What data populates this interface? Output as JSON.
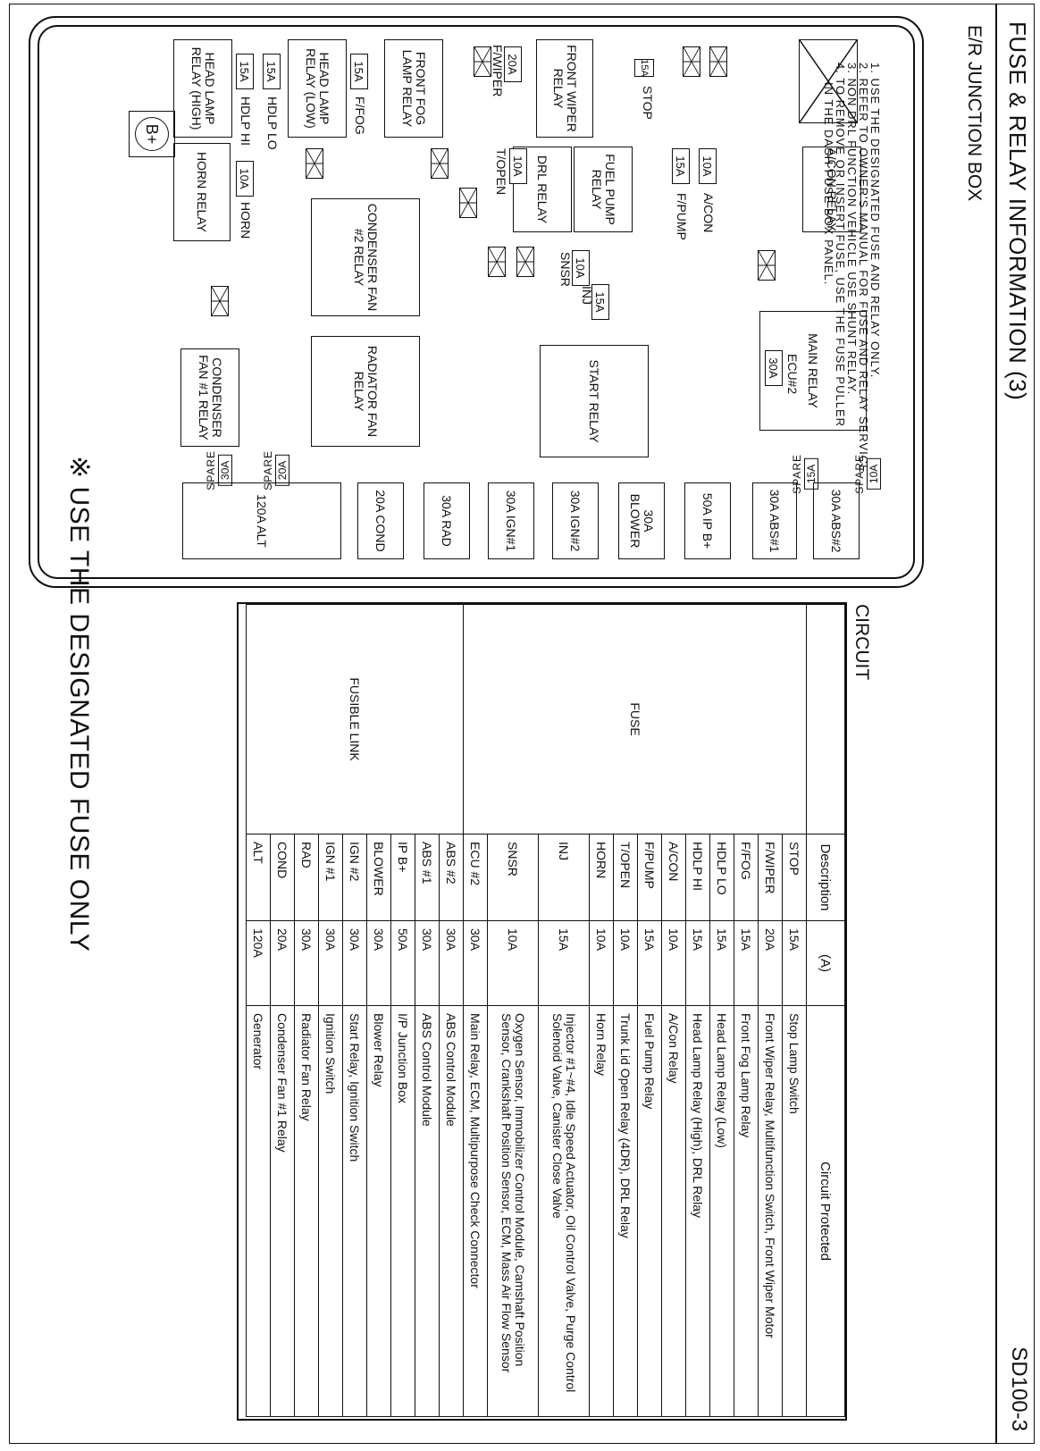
{
  "header": {
    "title": "FUSE & RELAY INFORMATION (3)",
    "page_code": "SD100-3"
  },
  "box_title": "E/R JUNCTION BOX",
  "notes": [
    "1. USE THE DESIGNATED FUSE AND RELAY ONLY.",
    "2. REFER TO OWNER'S MANUAL FOR FUSE AND RELAY SERVICE.",
    "3. NON DRL FUNCTION VEHICLE USE SHUNT RELAY.",
    "4. TO REMOVE OR INSERT FUSE, USE THE FUSE PULLER",
    "IN THE DASH FUSE BOX PANEL."
  ],
  "relays": {
    "acon": "A/CON RELAY",
    "front_wiper": "FRONT WIPER RELAY",
    "fuel_pump": "FUEL PUMP RELAY",
    "drl": "DRL RELAY",
    "main": "MAIN RELAY",
    "start": "START RELAY",
    "front_fog": "FRONT FOG LAMP RELAY",
    "head_low": "HEAD LAMP RELAY (LOW)",
    "head_high": "HEAD LAMP RELAY (HIGH)",
    "horn": "HORN RELAY",
    "cond_fan2": "CONDENSER FAN #2 RELAY",
    "rad_fan": "RADIATOR FAN RELAY",
    "cond_fan1": "CONDENSER FAN #1 RELAY"
  },
  "fuses": {
    "stop": {
      "amp": "15A",
      "name": "STOP"
    },
    "acon": {
      "amp": "10A",
      "name": "A/CON"
    },
    "fpump": {
      "amp": "15A",
      "name": "F/PUMP"
    },
    "ecu2": {
      "amp": "30A",
      "name": "ECU#2"
    },
    "inj": {
      "amp": "15A",
      "name": "INJ"
    },
    "snsr": {
      "amp": "10A",
      "name": "SNSR"
    },
    "topen": {
      "amp": "10A",
      "name": "T/OPEN"
    },
    "fwiper": {
      "amp": "20A",
      "name": "F/WIPER"
    },
    "ffog": {
      "amp": "15A",
      "name": "F/FOG"
    },
    "hdlplo": {
      "amp": "15A",
      "name": "HDLP LO"
    },
    "hdlphi": {
      "amp": "15A",
      "name": "HDLP HI"
    },
    "horn": {
      "amp": "10A",
      "name": "HORN"
    }
  },
  "links": {
    "abs2": "30A ABS#2",
    "abs1": "30A ABS#1",
    "ipb": "50A IP B+",
    "blower": "30A BLOWER",
    "ign2": "30A IGN#2",
    "ign1": "30A IGN#1",
    "rad": "30A RAD",
    "cond": "20A COND",
    "alt": "120A ALT"
  },
  "spares": {
    "s1": {
      "label": "SPARE",
      "amp": "10A"
    },
    "s2": {
      "label": "SPARE",
      "amp": "15A"
    },
    "s3": {
      "label": "SPARE",
      "amp": "20A"
    },
    "s4": {
      "label": "SPARE",
      "amp": "30A"
    }
  },
  "battery_label": "B+",
  "warning": "※ USE THE DESIGNATED FUSE ONLY",
  "circuit": {
    "title": "CIRCUIT",
    "headers": {
      "description": "Description",
      "amps": "(A)",
      "protected": "Circuit Protected"
    },
    "groups": {
      "fuse": "FUSE",
      "fusible_link": "FUSIBLE LINK"
    },
    "fuse_rows": [
      {
        "desc": "STOP",
        "amp": "15A",
        "circuit": "Stop Lamp Switch"
      },
      {
        "desc": "F/WIPER",
        "amp": "20A",
        "circuit": "Front Wiper Relay, Multifunction Switch, Front Wiper Motor"
      },
      {
        "desc": "F/FOG",
        "amp": "15A",
        "circuit": "Front Fog Lamp Relay"
      },
      {
        "desc": "HDLP LO",
        "amp": "15A",
        "circuit": "Head Lamp Relay (Low)"
      },
      {
        "desc": "HDLP HI",
        "amp": "15A",
        "circuit": "Head Lamp Relay (High), DRL Relay"
      },
      {
        "desc": "A/CON",
        "amp": "10A",
        "circuit": "A/Con Relay"
      },
      {
        "desc": "F/PUMP",
        "amp": "15A",
        "circuit": "Fuel Pump Relay"
      },
      {
        "desc": "T/OPEN",
        "amp": "10A",
        "circuit": "Trunk Lid Open Relay (4DR), DRL Relay"
      },
      {
        "desc": "HORN",
        "amp": "10A",
        "circuit": "Horn Relay"
      },
      {
        "desc": "INJ",
        "amp": "15A",
        "circuit": "Injector #1~#4, Idle Speed Actuator, Oil Control Valve, Purge Control Solenoid Valve, Canister Close Valve"
      },
      {
        "desc": "SNSR",
        "amp": "10A",
        "circuit": "Oxygen Sensor, Immobilizer Control Module, Camshaft Position Sensor, Crankshaft Position Sensor, ECM, Mass Air Flow Sensor"
      },
      {
        "desc": "ECU #2",
        "amp": "30A",
        "circuit": "Main Relay, ECM, Multipurpose Check Connector"
      }
    ],
    "link_rows": [
      {
        "desc": "ABS #2",
        "amp": "30A",
        "circuit": "ABS Control Module"
      },
      {
        "desc": "ABS #1",
        "amp": "30A",
        "circuit": "ABS Control Module"
      },
      {
        "desc": "IP B+",
        "amp": "50A",
        "circuit": "I/P Junction Box"
      },
      {
        "desc": "BLOWER",
        "amp": "30A",
        "circuit": "Blower Relay"
      },
      {
        "desc": "IGN #2",
        "amp": "30A",
        "circuit": "Start Relay, Ignition Switch"
      },
      {
        "desc": "IGN #1",
        "amp": "30A",
        "circuit": "Ignition Switch"
      },
      {
        "desc": "RAD",
        "amp": "30A",
        "circuit": "Radiator Fan Relay"
      },
      {
        "desc": "COND",
        "amp": "20A",
        "circuit": "Condenser Fan #1 Relay"
      },
      {
        "desc": "ALT",
        "amp": "120A",
        "circuit": "Generator"
      }
    ]
  }
}
